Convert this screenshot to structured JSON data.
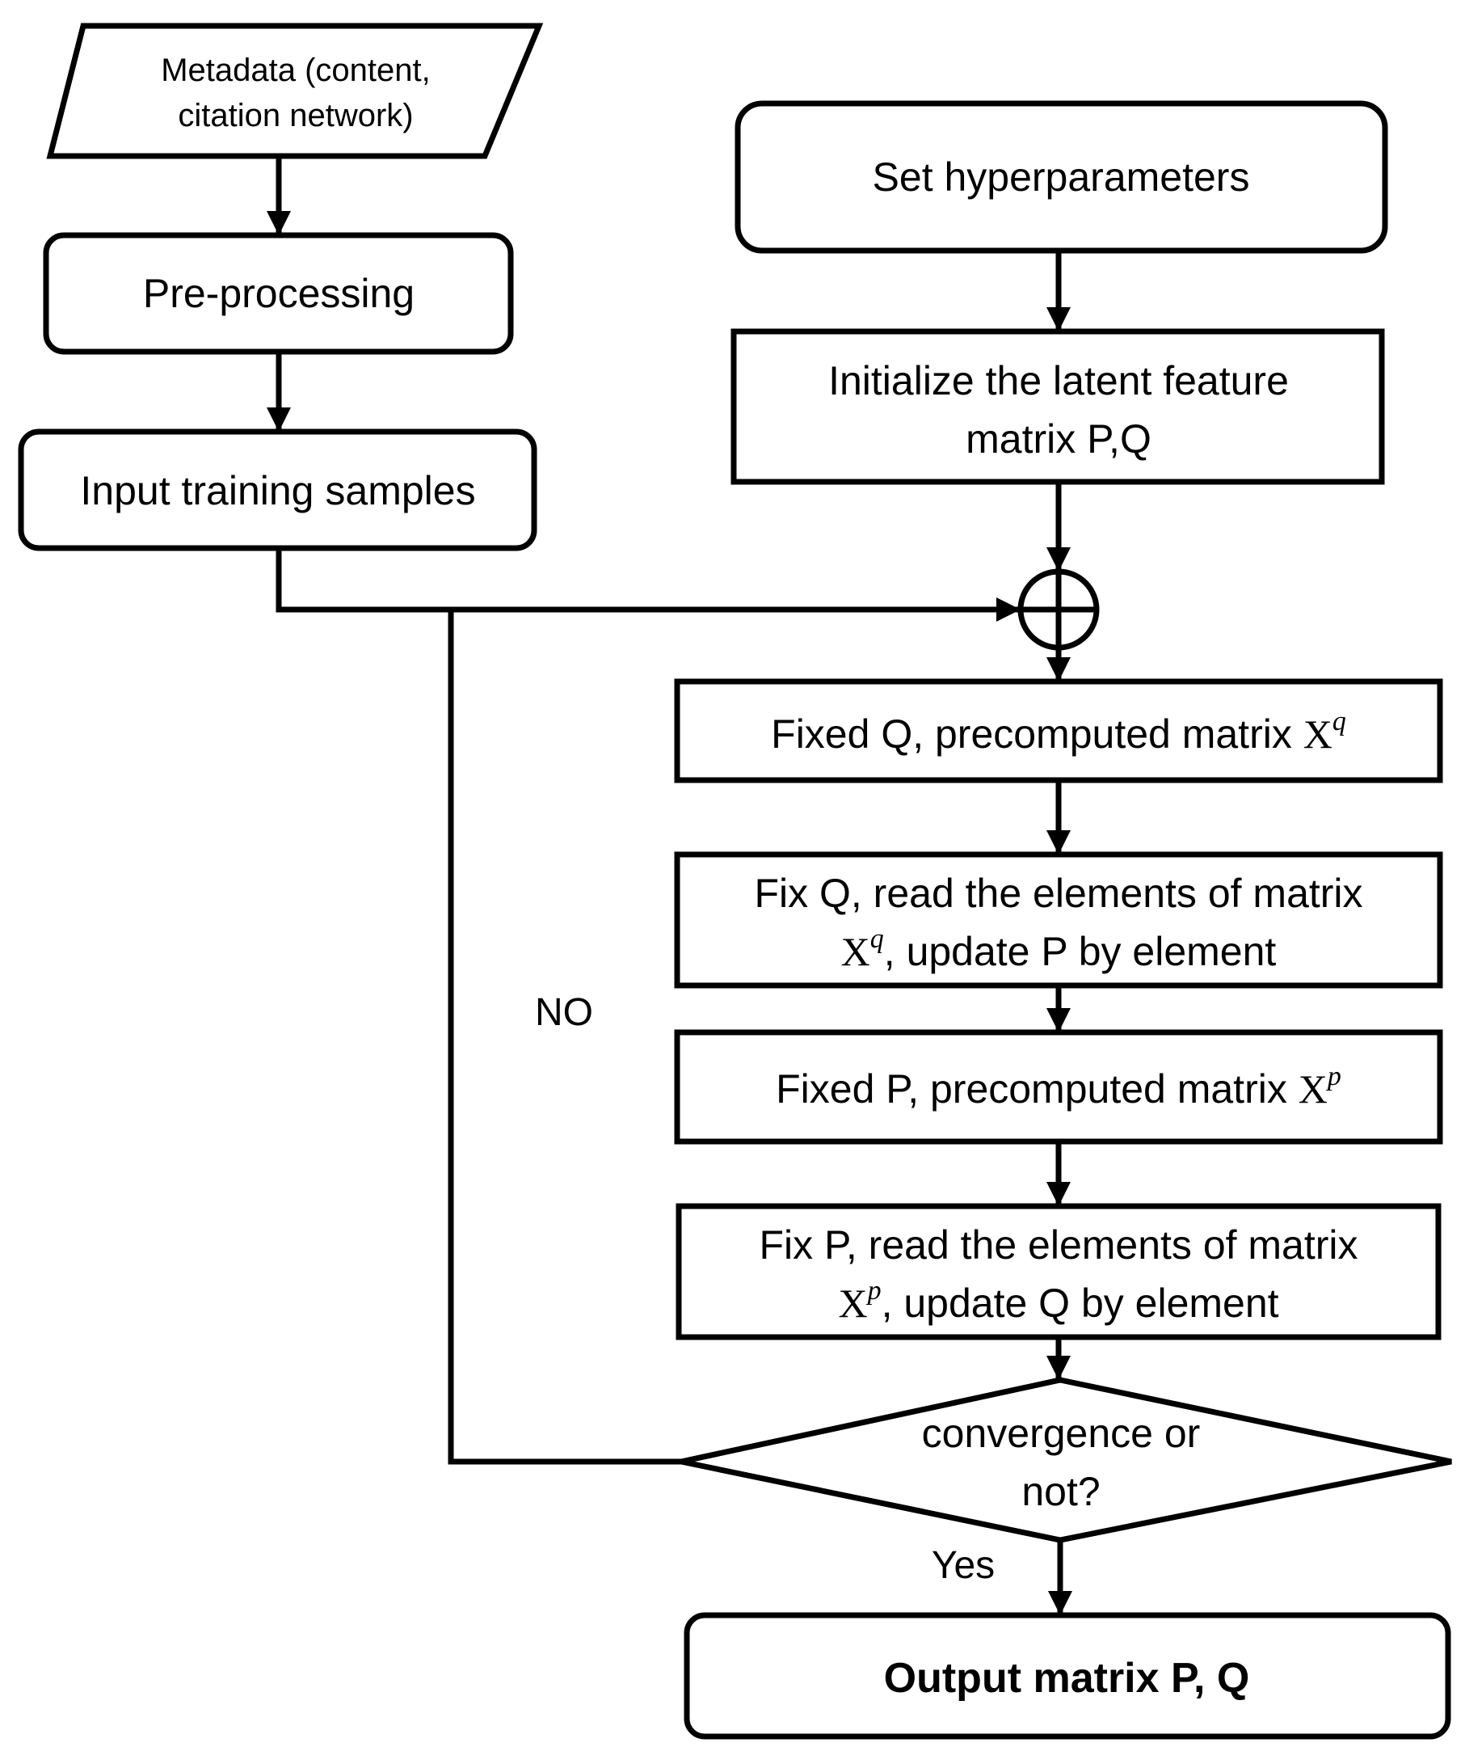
{
  "nodes": {
    "metadata": {
      "line1": "Metadata (content,",
      "line2": "citation network)"
    },
    "preprocessing": {
      "label": "Pre-processing"
    },
    "input_samples": {
      "label": "Input training samples"
    },
    "hyperparameters": {
      "label": "Set hyperparameters"
    },
    "initialize": {
      "line1": "Initialize the latent feature",
      "line2": "matrix P,Q"
    },
    "fixed_q": {
      "prefix": "Fixed Q, precomputed matrix ",
      "X": "X",
      "sup": "q"
    },
    "fix_q_update": {
      "line1": "Fix Q, read the elements of matrix",
      "X": "X",
      "sup": "q",
      "line2_rest": ", update P by element"
    },
    "fixed_p": {
      "prefix": "Fixed P, precomputed matrix ",
      "X": "X",
      "sup": "p"
    },
    "fix_p_update": {
      "line1": "Fix P, read the elements of matrix",
      "X": "X",
      "sup": "p",
      "line2_rest": ", update Q by element"
    },
    "convergence": {
      "line1": "convergence or",
      "line2": "not?"
    },
    "output": {
      "label": "Output matrix P, Q"
    }
  },
  "edge_labels": {
    "no": "NO",
    "yes": "Yes"
  },
  "colors": {
    "stroke": "#000000",
    "background": "#ffffff"
  }
}
